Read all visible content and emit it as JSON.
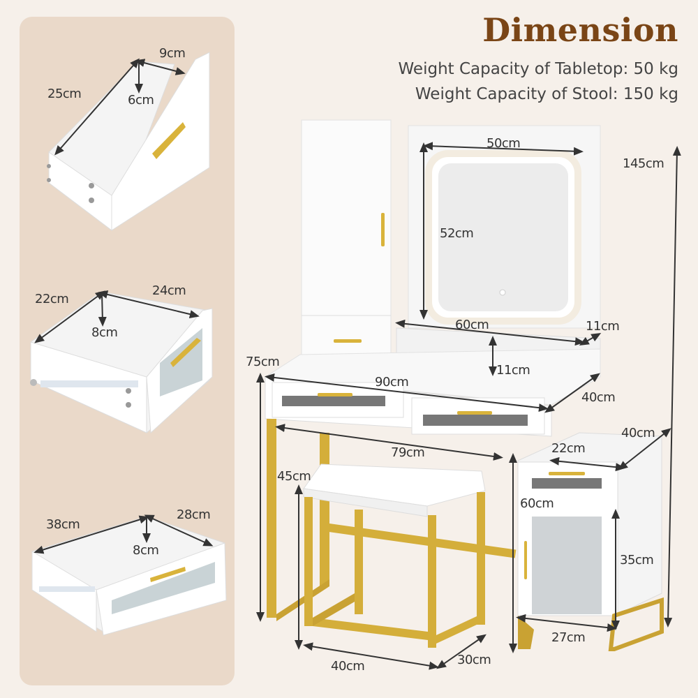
{
  "header": {
    "title": "Dimension",
    "specs": [
      "Weight Capacity of Tabletop: 50 kg",
      "Weight Capacity of Stool: 150 kg"
    ]
  },
  "colors": {
    "title": "#7a4516",
    "background": "#f6f0ea",
    "panel": "#ead9c9",
    "gold": "#d9b33b",
    "white_furniture": "#fbfbfb"
  },
  "drawer_details": [
    {
      "name": "small-drawer",
      "length": "25cm",
      "width": "9cm",
      "depth": "6cm"
    },
    {
      "name": "medium-drawer",
      "length": "22cm",
      "width": "24cm",
      "depth": "8cm"
    },
    {
      "name": "large-drawer",
      "length": "38cm",
      "width": "28cm",
      "depth": "8cm"
    }
  ],
  "vanity": {
    "total_height": "145cm",
    "mirror_width": "50cm",
    "mirror_height": "52cm",
    "shelf_width": "60cm",
    "shelf_depth": "11cm",
    "shelf_height": "11cm",
    "table_height": "75cm",
    "table_width": "90cm",
    "table_depth": "40cm",
    "leg_span": "79cm"
  },
  "side_cabinet": {
    "width": "22cm",
    "depth": "40cm",
    "height": "60cm",
    "door_height": "35cm",
    "base_width": "27cm"
  },
  "stool": {
    "height": "45cm",
    "width": "40cm",
    "depth": "30cm"
  }
}
